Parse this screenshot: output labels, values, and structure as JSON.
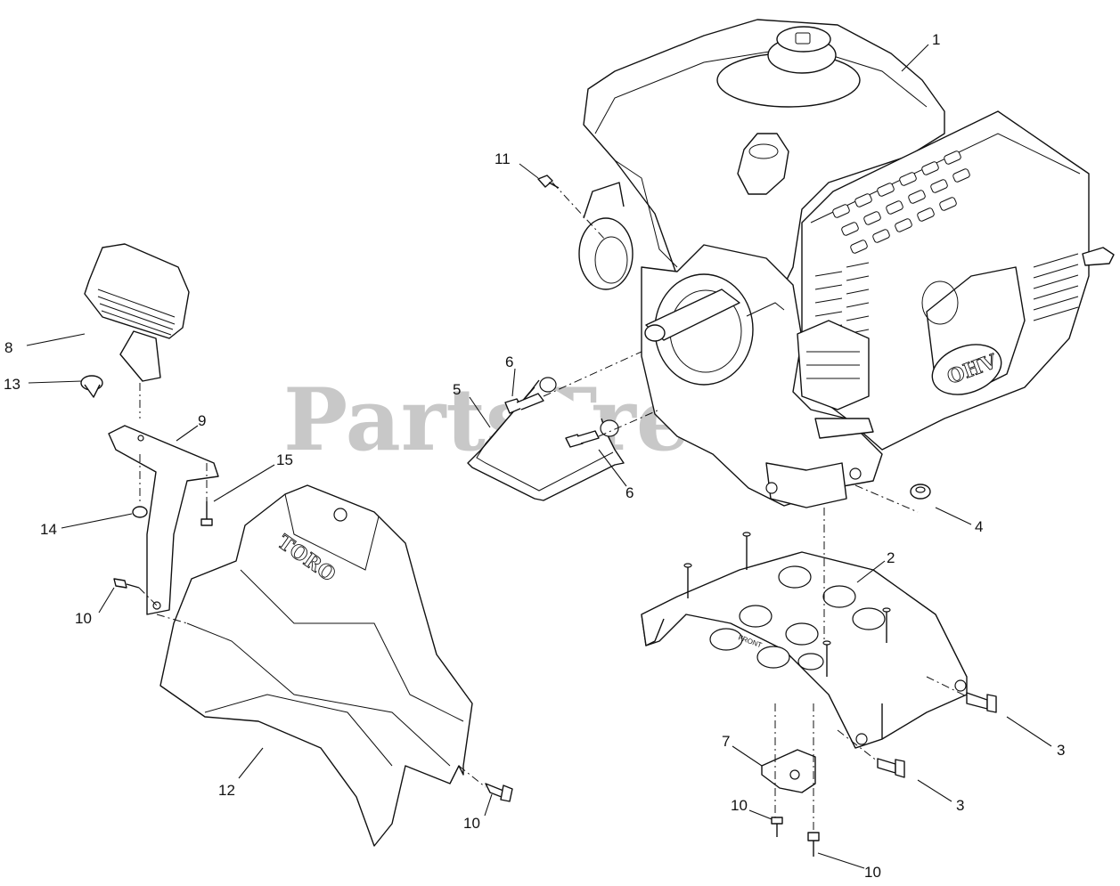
{
  "watermark": "PartsTree",
  "embossed_text": {
    "brand": "TORO",
    "engine_badge": "OHV",
    "frame_mark": "FRONT"
  },
  "callouts": [
    {
      "id": "c1",
      "label": "1"
    },
    {
      "id": "c2",
      "label": "2"
    },
    {
      "id": "c3a",
      "label": "3"
    },
    {
      "id": "c3b",
      "label": "3"
    },
    {
      "id": "c4",
      "label": "4"
    },
    {
      "id": "c5",
      "label": "5"
    },
    {
      "id": "c6a",
      "label": "6"
    },
    {
      "id": "c6b",
      "label": "6"
    },
    {
      "id": "c7",
      "label": "7"
    },
    {
      "id": "c8",
      "label": "8"
    },
    {
      "id": "c9",
      "label": "9"
    },
    {
      "id": "c10a",
      "label": "10"
    },
    {
      "id": "c10b",
      "label": "10"
    },
    {
      "id": "c10c",
      "label": "10"
    },
    {
      "id": "c10d",
      "label": "10"
    },
    {
      "id": "c11",
      "label": "11"
    },
    {
      "id": "c12",
      "label": "12"
    },
    {
      "id": "c13",
      "label": "13"
    },
    {
      "id": "c14",
      "label": "14"
    },
    {
      "id": "c15",
      "label": "15"
    }
  ]
}
